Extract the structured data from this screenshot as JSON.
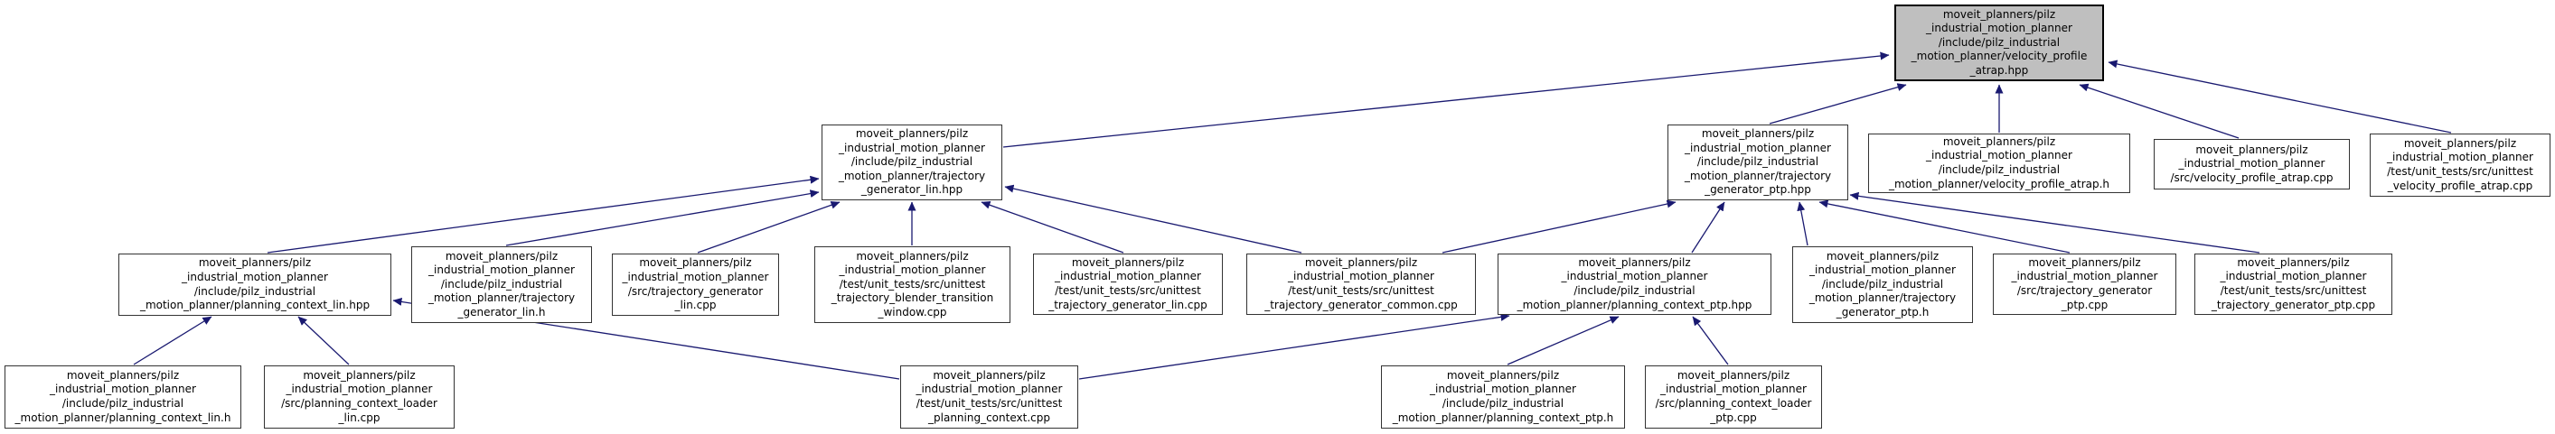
{
  "diagram": {
    "type": "include-dependency-graph",
    "description": "Files that directly or indirectly include velocity_profile_atrap.hpp",
    "colors": {
      "edge": "#191970",
      "node_fill": "#ffffff",
      "root_fill": "#bfbfbf",
      "node_border": "#333333",
      "root_border": "#000000",
      "text": "#000000",
      "background": "#ffffff"
    },
    "nodes": [
      {
        "id": "velocity_profile_atrap_hpp",
        "role": "root",
        "label": "moveit_planners/pilz\n_industrial_motion_planner\n/include/pilz_industrial\n_motion_planner/velocity_profile\n_atrap.hpp"
      },
      {
        "id": "trajectory_generator_lin_hpp",
        "role": "header",
        "label": "moveit_planners/pilz\n_industrial_motion_planner\n/include/pilz_industrial\n_motion_planner/trajectory\n_generator_lin.hpp"
      },
      {
        "id": "trajectory_generator_ptp_hpp",
        "role": "header",
        "label": "moveit_planners/pilz\n_industrial_motion_planner\n/include/pilz_industrial\n_motion_planner/trajectory\n_generator_ptp.hpp"
      },
      {
        "id": "velocity_profile_atrap_h",
        "role": "header",
        "label": "moveit_planners/pilz\n_industrial_motion_planner\n/include/pilz_industrial\n_motion_planner/velocity_profile_atrap.h"
      },
      {
        "id": "src_velocity_profile_atrap_cpp",
        "role": "source",
        "label": "moveit_planners/pilz\n_industrial_motion_planner\n/src/velocity_profile_atrap.cpp"
      },
      {
        "id": "unittest_velocity_profile_atrap_cpp",
        "role": "test",
        "label": "moveit_planners/pilz\n_industrial_motion_planner\n/test/unit_tests/src/unittest\n_velocity_profile_atrap.cpp"
      },
      {
        "id": "planning_context_lin_hpp",
        "role": "header",
        "label": "moveit_planners/pilz\n_industrial_motion_planner\n/include/pilz_industrial\n_motion_planner/planning_context_lin.hpp"
      },
      {
        "id": "trajectory_generator_lin_h",
        "role": "header",
        "label": "moveit_planners/pilz\n_industrial_motion_planner\n/include/pilz_industrial\n_motion_planner/trajectory\n_generator_lin.h"
      },
      {
        "id": "src_trajectory_generator_lin_cpp",
        "role": "source",
        "label": "moveit_planners/pilz\n_industrial_motion_planner\n/src/trajectory_generator\n_lin.cpp"
      },
      {
        "id": "unittest_trajectory_blender_transition_window_cpp",
        "role": "test",
        "label": "moveit_planners/pilz\n_industrial_motion_planner\n/test/unit_tests/src/unittest\n_trajectory_blender_transition\n_window.cpp"
      },
      {
        "id": "unittest_trajectory_generator_lin_cpp",
        "role": "test",
        "label": "moveit_planners/pilz\n_industrial_motion_planner\n/test/unit_tests/src/unittest\n_trajectory_generator_lin.cpp"
      },
      {
        "id": "unittest_trajectory_generator_common_cpp",
        "role": "test",
        "label": "moveit_planners/pilz\n_industrial_motion_planner\n/test/unit_tests/src/unittest\n_trajectory_generator_common.cpp"
      },
      {
        "id": "planning_context_ptp_hpp",
        "role": "header",
        "label": "moveit_planners/pilz\n_industrial_motion_planner\n/include/pilz_industrial\n_motion_planner/planning_context_ptp.hpp"
      },
      {
        "id": "trajectory_generator_ptp_h",
        "role": "header",
        "label": "moveit_planners/pilz\n_industrial_motion_planner\n/include/pilz_industrial\n_motion_planner/trajectory\n_generator_ptp.h"
      },
      {
        "id": "src_trajectory_generator_ptp_cpp",
        "role": "source",
        "label": "moveit_planners/pilz\n_industrial_motion_planner\n/src/trajectory_generator\n_ptp.cpp"
      },
      {
        "id": "unittest_trajectory_generator_ptp_cpp",
        "role": "test",
        "label": "moveit_planners/pilz\n_industrial_motion_planner\n/test/unit_tests/src/unittest\n_trajectory_generator_ptp.cpp"
      },
      {
        "id": "planning_context_lin_h",
        "role": "header",
        "label": "moveit_planners/pilz\n_industrial_motion_planner\n/include/pilz_industrial\n_motion_planner/planning_context_lin.h"
      },
      {
        "id": "src_planning_context_loader_lin_cpp",
        "role": "source",
        "label": "moveit_planners/pilz\n_industrial_motion_planner\n/src/planning_context_loader\n_lin.cpp"
      },
      {
        "id": "unittest_planning_context_cpp",
        "role": "test",
        "label": "moveit_planners/pilz\n_industrial_motion_planner\n/test/unit_tests/src/unittest\n_planning_context.cpp"
      },
      {
        "id": "planning_context_ptp_h",
        "role": "header",
        "label": "moveit_planners/pilz\n_industrial_motion_planner\n/include/pilz_industrial\n_motion_planner/planning_context_ptp.h"
      },
      {
        "id": "src_planning_context_loader_ptp_cpp",
        "role": "source",
        "label": "moveit_planners/pilz\n_industrial_motion_planner\n/src/planning_context_loader\n_ptp.cpp"
      }
    ],
    "edges": [
      {
        "from": "trajectory_generator_lin_hpp",
        "to": "velocity_profile_atrap_hpp"
      },
      {
        "from": "trajectory_generator_ptp_hpp",
        "to": "velocity_profile_atrap_hpp"
      },
      {
        "from": "velocity_profile_atrap_h",
        "to": "velocity_profile_atrap_hpp"
      },
      {
        "from": "src_velocity_profile_atrap_cpp",
        "to": "velocity_profile_atrap_hpp"
      },
      {
        "from": "unittest_velocity_profile_atrap_cpp",
        "to": "velocity_profile_atrap_hpp"
      },
      {
        "from": "planning_context_lin_hpp",
        "to": "trajectory_generator_lin_hpp"
      },
      {
        "from": "trajectory_generator_lin_h",
        "to": "trajectory_generator_lin_hpp"
      },
      {
        "from": "src_trajectory_generator_lin_cpp",
        "to": "trajectory_generator_lin_hpp"
      },
      {
        "from": "unittest_trajectory_blender_transition_window_cpp",
        "to": "trajectory_generator_lin_hpp"
      },
      {
        "from": "unittest_trajectory_generator_lin_cpp",
        "to": "trajectory_generator_lin_hpp"
      },
      {
        "from": "unittest_trajectory_generator_common_cpp",
        "to": "trajectory_generator_lin_hpp"
      },
      {
        "from": "unittest_trajectory_generator_common_cpp",
        "to": "trajectory_generator_ptp_hpp"
      },
      {
        "from": "planning_context_ptp_hpp",
        "to": "trajectory_generator_ptp_hpp"
      },
      {
        "from": "trajectory_generator_ptp_h",
        "to": "trajectory_generator_ptp_hpp"
      },
      {
        "from": "src_trajectory_generator_ptp_cpp",
        "to": "trajectory_generator_ptp_hpp"
      },
      {
        "from": "unittest_trajectory_generator_ptp_cpp",
        "to": "trajectory_generator_ptp_hpp"
      },
      {
        "from": "planning_context_lin_h",
        "to": "planning_context_lin_hpp"
      },
      {
        "from": "src_planning_context_loader_lin_cpp",
        "to": "planning_context_lin_hpp"
      },
      {
        "from": "unittest_planning_context_cpp",
        "to": "planning_context_lin_hpp"
      },
      {
        "from": "unittest_planning_context_cpp",
        "to": "planning_context_ptp_hpp"
      },
      {
        "from": "planning_context_ptp_h",
        "to": "planning_context_ptp_hpp"
      },
      {
        "from": "src_planning_context_loader_ptp_cpp",
        "to": "planning_context_ptp_hpp"
      }
    ]
  }
}
